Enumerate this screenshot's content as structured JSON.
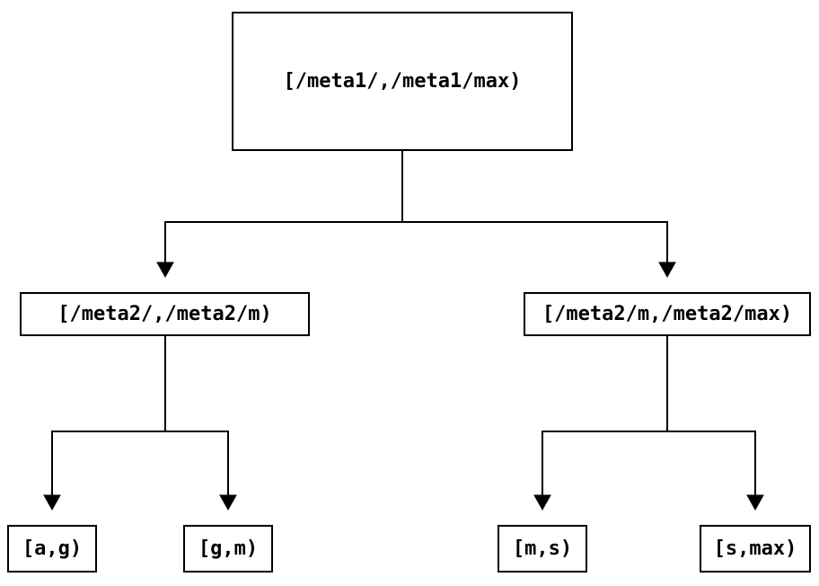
{
  "diagram": {
    "type": "tree",
    "colors": {
      "background": "#ffffff",
      "line": "#000000",
      "node_border": "#000000",
      "text": "#000000"
    },
    "tree": {
      "root": {
        "label": "[/meta1/,/meta1/max)",
        "children": [
          {
            "label": "[/meta2/,/meta2/m)",
            "children": [
              {
                "label": "[a,g)"
              },
              {
                "label": "[g,m)"
              }
            ]
          },
          {
            "label": "[/meta2/m,/meta2/max)",
            "children": [
              {
                "label": "[m,s)"
              },
              {
                "label": "[s,max)"
              }
            ]
          }
        ]
      }
    }
  }
}
